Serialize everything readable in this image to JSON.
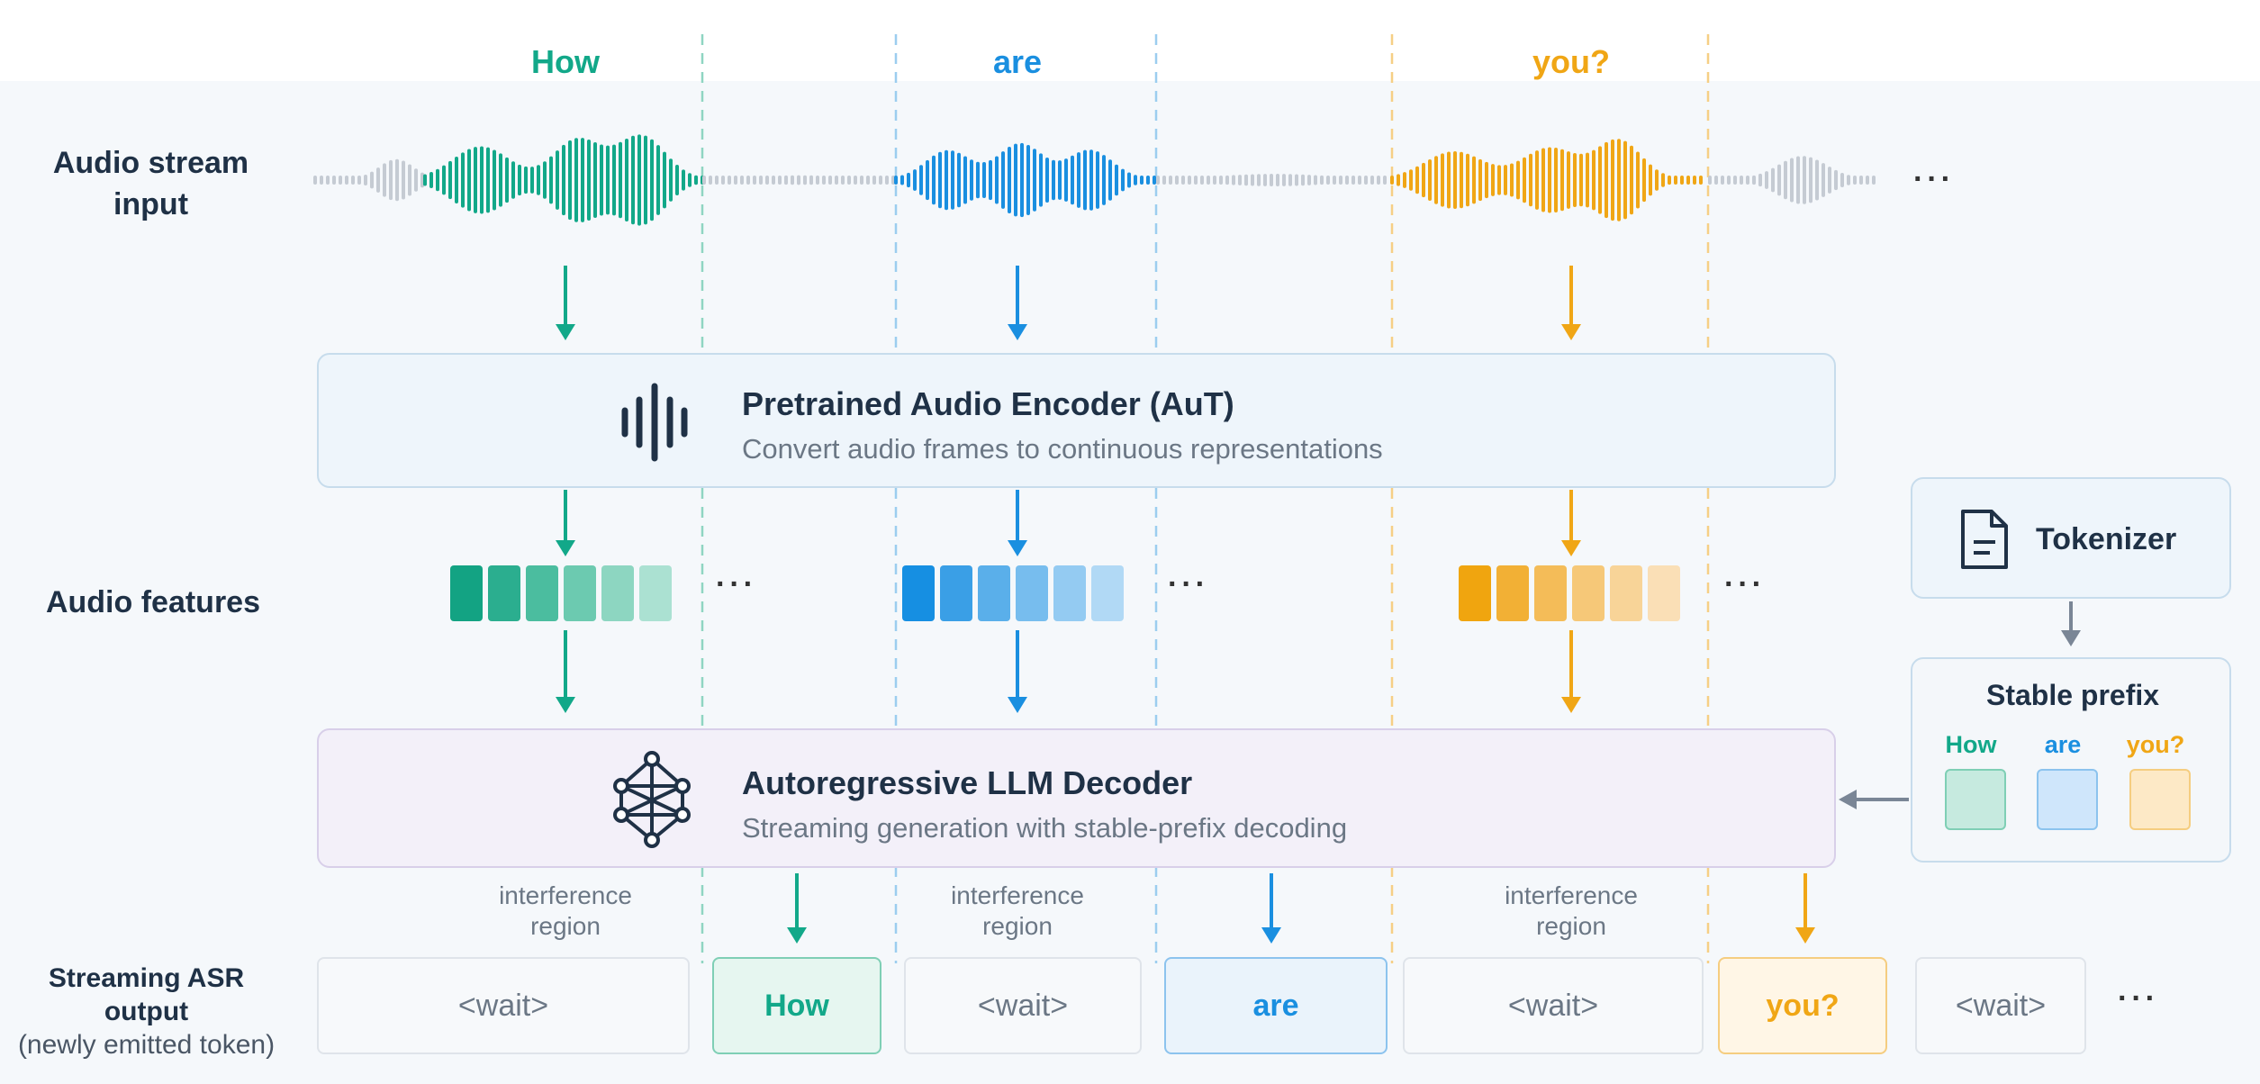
{
  "words": {
    "w1": "How",
    "w2": "are",
    "w3": "you?"
  },
  "labels": {
    "audio_input_line1": "Audio stream",
    "audio_input_line2": "input",
    "audio_features": "Audio features",
    "asr_line1": "Streaming ASR",
    "asr_line2": "output",
    "asr_line3": "(newly emitted token)"
  },
  "encoder": {
    "title": "Pretrained Audio Encoder (AuT)",
    "subtitle": "Convert audio frames to continuous representations"
  },
  "decoder": {
    "title": "Autoregressive LLM Decoder",
    "subtitle": "Streaming generation with stable-prefix decoding"
  },
  "tokenizer": {
    "label": "Tokenizer"
  },
  "stable_prefix": {
    "title": "Stable prefix",
    "tokens": [
      "How",
      "are",
      "you?"
    ]
  },
  "interference": {
    "line1": "interference",
    "line2": "region"
  },
  "ellipsis": "···",
  "output_tokens": [
    "<wait>",
    "How",
    "<wait>",
    "are",
    "<wait>",
    "you?",
    "<wait>"
  ],
  "colors": {
    "teal": "#12a889",
    "blue": "#1a8fe0",
    "orange": "#f0a615",
    "gray_wave": "#c5cbd3",
    "dark_text": "#1f3146"
  },
  "icons": [
    "waveform-icon",
    "neural-network-icon",
    "document-icon",
    "arrow-down-icon",
    "arrow-left-icon"
  ]
}
